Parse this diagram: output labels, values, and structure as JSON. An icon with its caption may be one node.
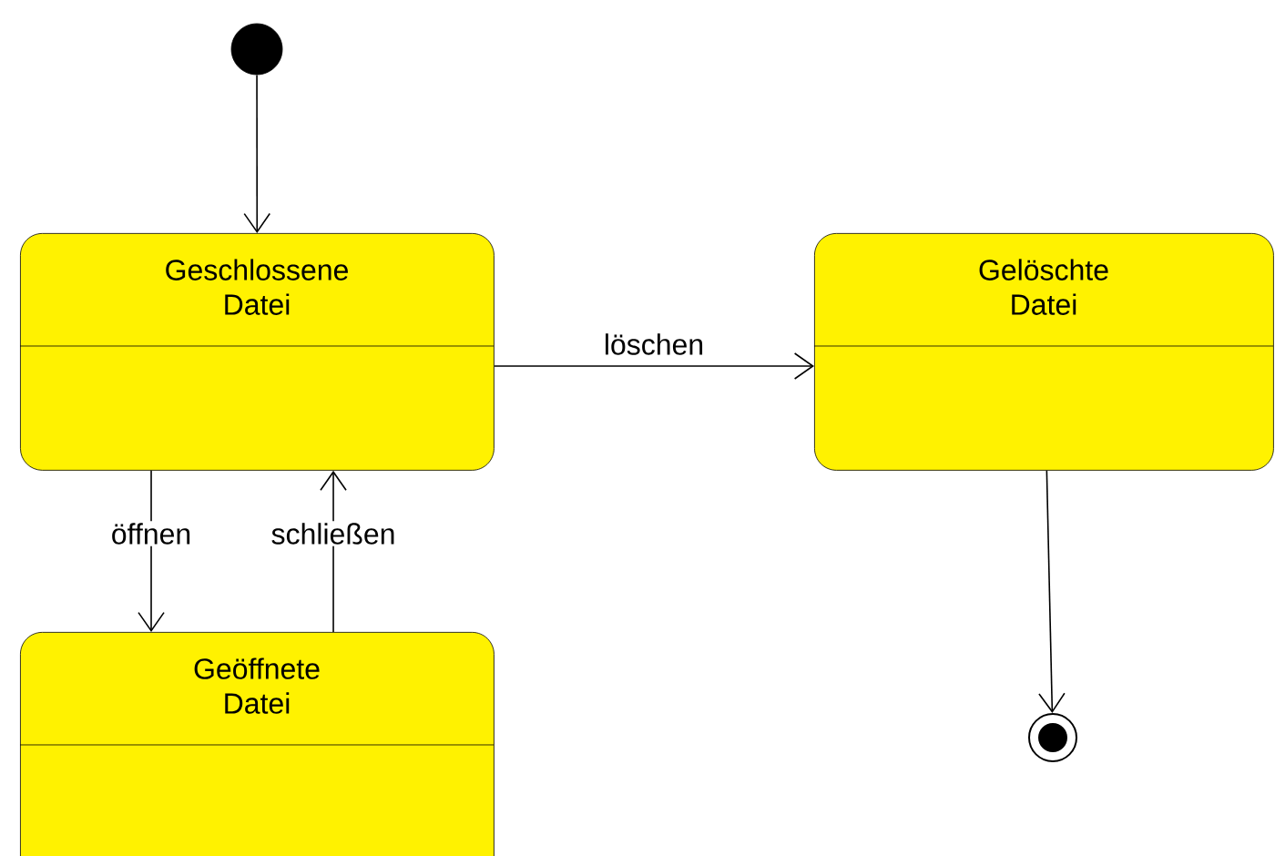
{
  "diagram": {
    "nodes": [
      {
        "text": [],
        "shape": "circle"
      },
      {
        "text": [
          "Geschlossene Datei"
        ]
      },
      {
        "text": [
          "Gelöschte Datei"
        ]
      },
      {
        "text": [
          "Geöffnete Datei"
        ]
      },
      {
        "text": [],
        "shape": "bullseye"
      }
    ],
    "edges": [
      {
        "from": 0,
        "to": 1,
        "arrow": "to"
      },
      {
        "from": 1,
        "to": 2,
        "arrow": "to",
        "label": "löschen"
      },
      {
        "from": 1,
        "to": 3,
        "arrow": "to",
        "label": "öffnen"
      },
      {
        "from": 3,
        "to": 1,
        "arrow": "to",
        "label": "schließen"
      },
      {
        "from": 2,
        "to": 4,
        "arrow": "to"
      }
    ]
  }
}
